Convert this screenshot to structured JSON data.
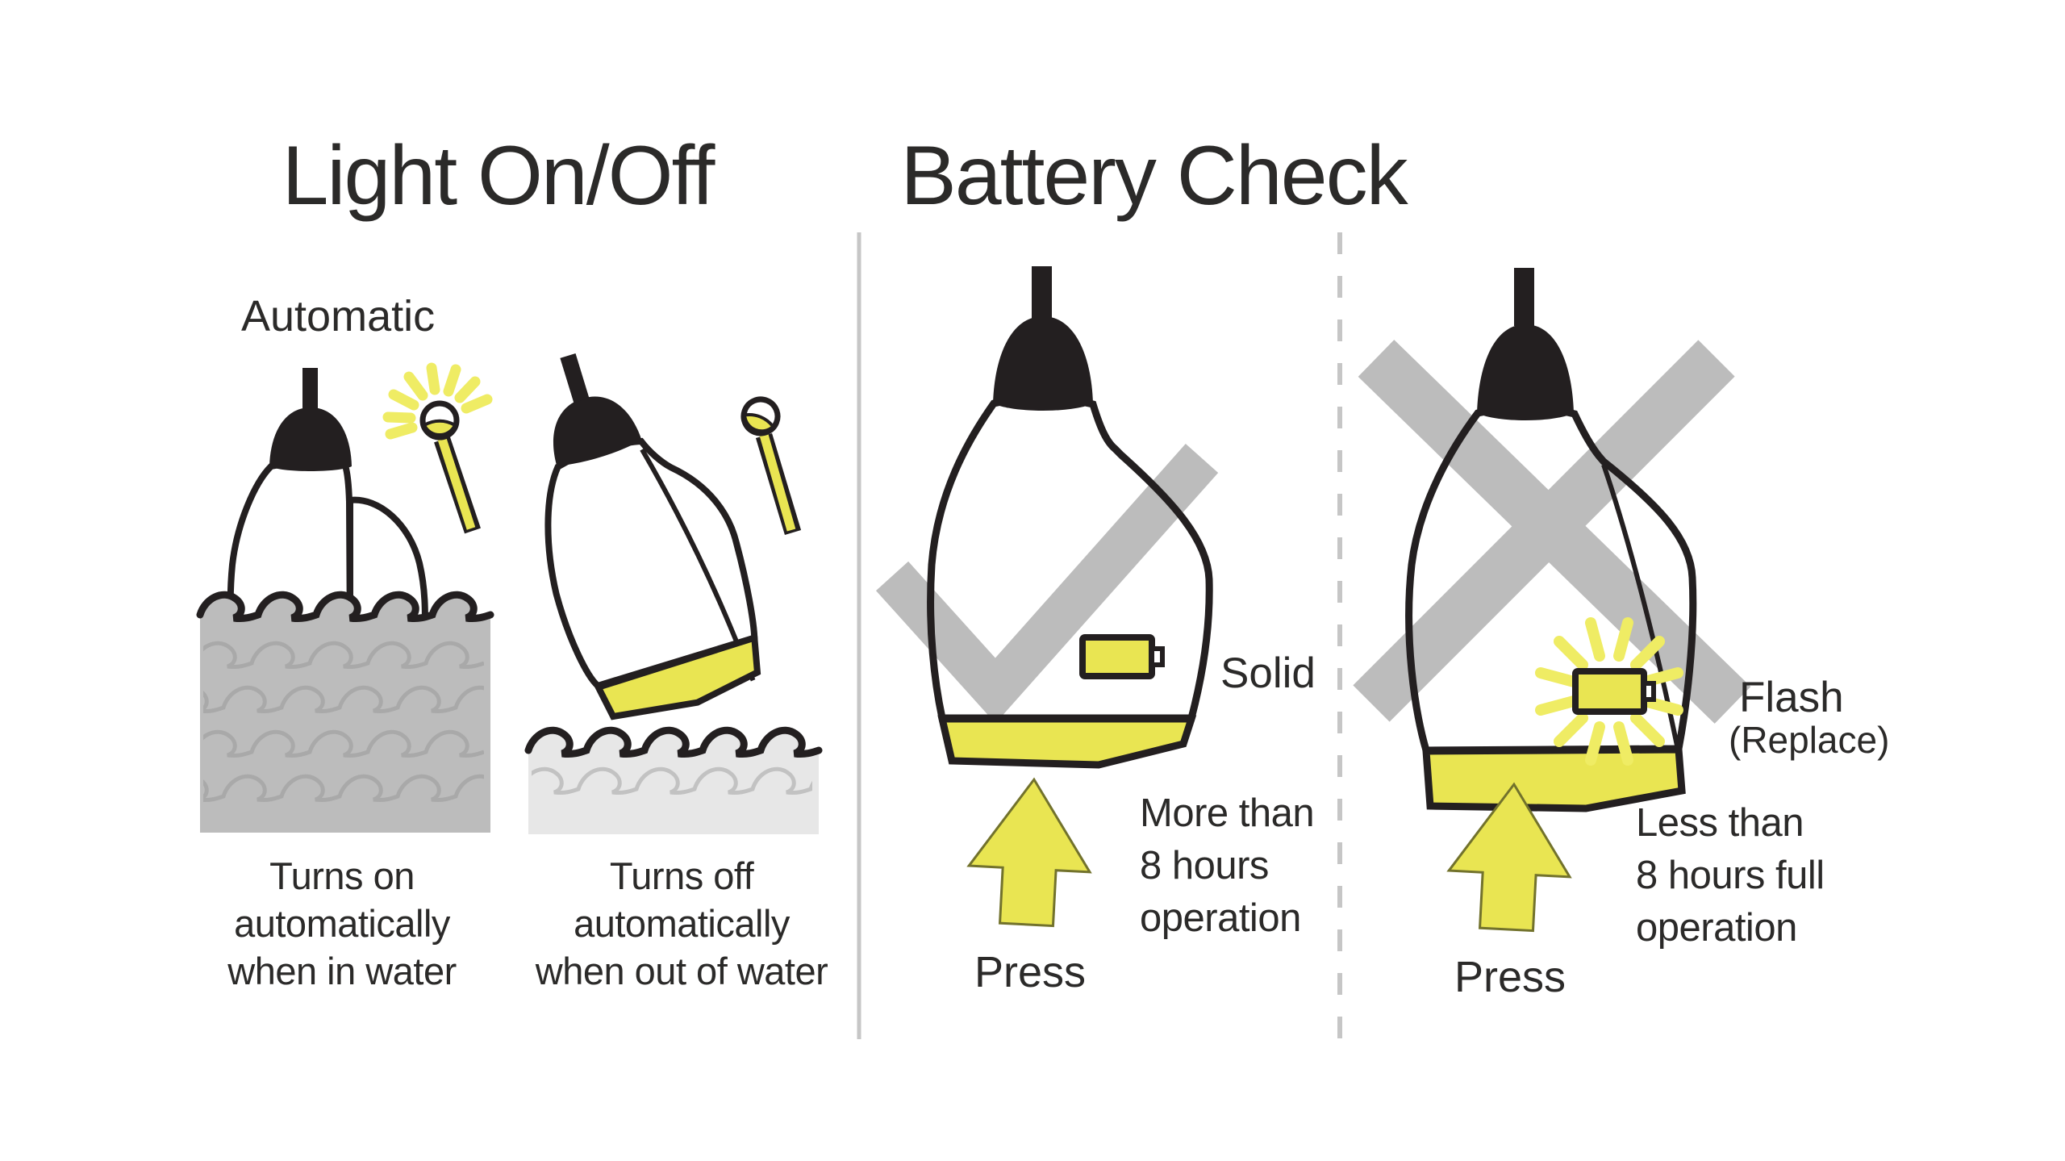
{
  "titles": {
    "left": "Light On/Off",
    "right": "Battery Check"
  },
  "light_section": {
    "mode": "Automatic",
    "on_caption": {
      "line1": "Turns on",
      "line2": "automatically",
      "line3": "when in water"
    },
    "off_caption": {
      "line1": "Turns off",
      "line2": "automatically",
      "line3": "when out of water"
    }
  },
  "battery_section": {
    "ok": {
      "indicator": "Solid",
      "duration": {
        "line1": "More than",
        "line2": "8 hours",
        "line3": "operation"
      },
      "action": "Press"
    },
    "low": {
      "indicator": "Flash",
      "indicator_note": "(Replace)",
      "duration": {
        "line1": "Less than",
        "line2": "8 hours full",
        "line3": "operation"
      },
      "action": "Press"
    }
  },
  "icons": [
    "light-device-in-water-illustration",
    "light-device-out-of-water-illustration",
    "indicator-bulb-on-icon",
    "indicator-bulb-off-icon",
    "water-waves-dark",
    "water-waves-light",
    "checkmark-icon",
    "x-mark-icon",
    "battery-solid-icon",
    "battery-flashing-icon",
    "up-arrow-icon",
    "section-divider-solid",
    "section-divider-dashed"
  ],
  "colors": {
    "yellow": "#e9e552",
    "ray_yellow": "#efec64",
    "ink": "#231f20",
    "text": "#2b2a29",
    "gray_mark": "#bcbcbc",
    "water_dark": "#bcbcbc",
    "wave_dark": "#a9a9a9",
    "water_light": "#e7e7e7",
    "wave_light": "#c2c2c2",
    "divider": "#c6c6c6",
    "background": "#ffffff"
  }
}
